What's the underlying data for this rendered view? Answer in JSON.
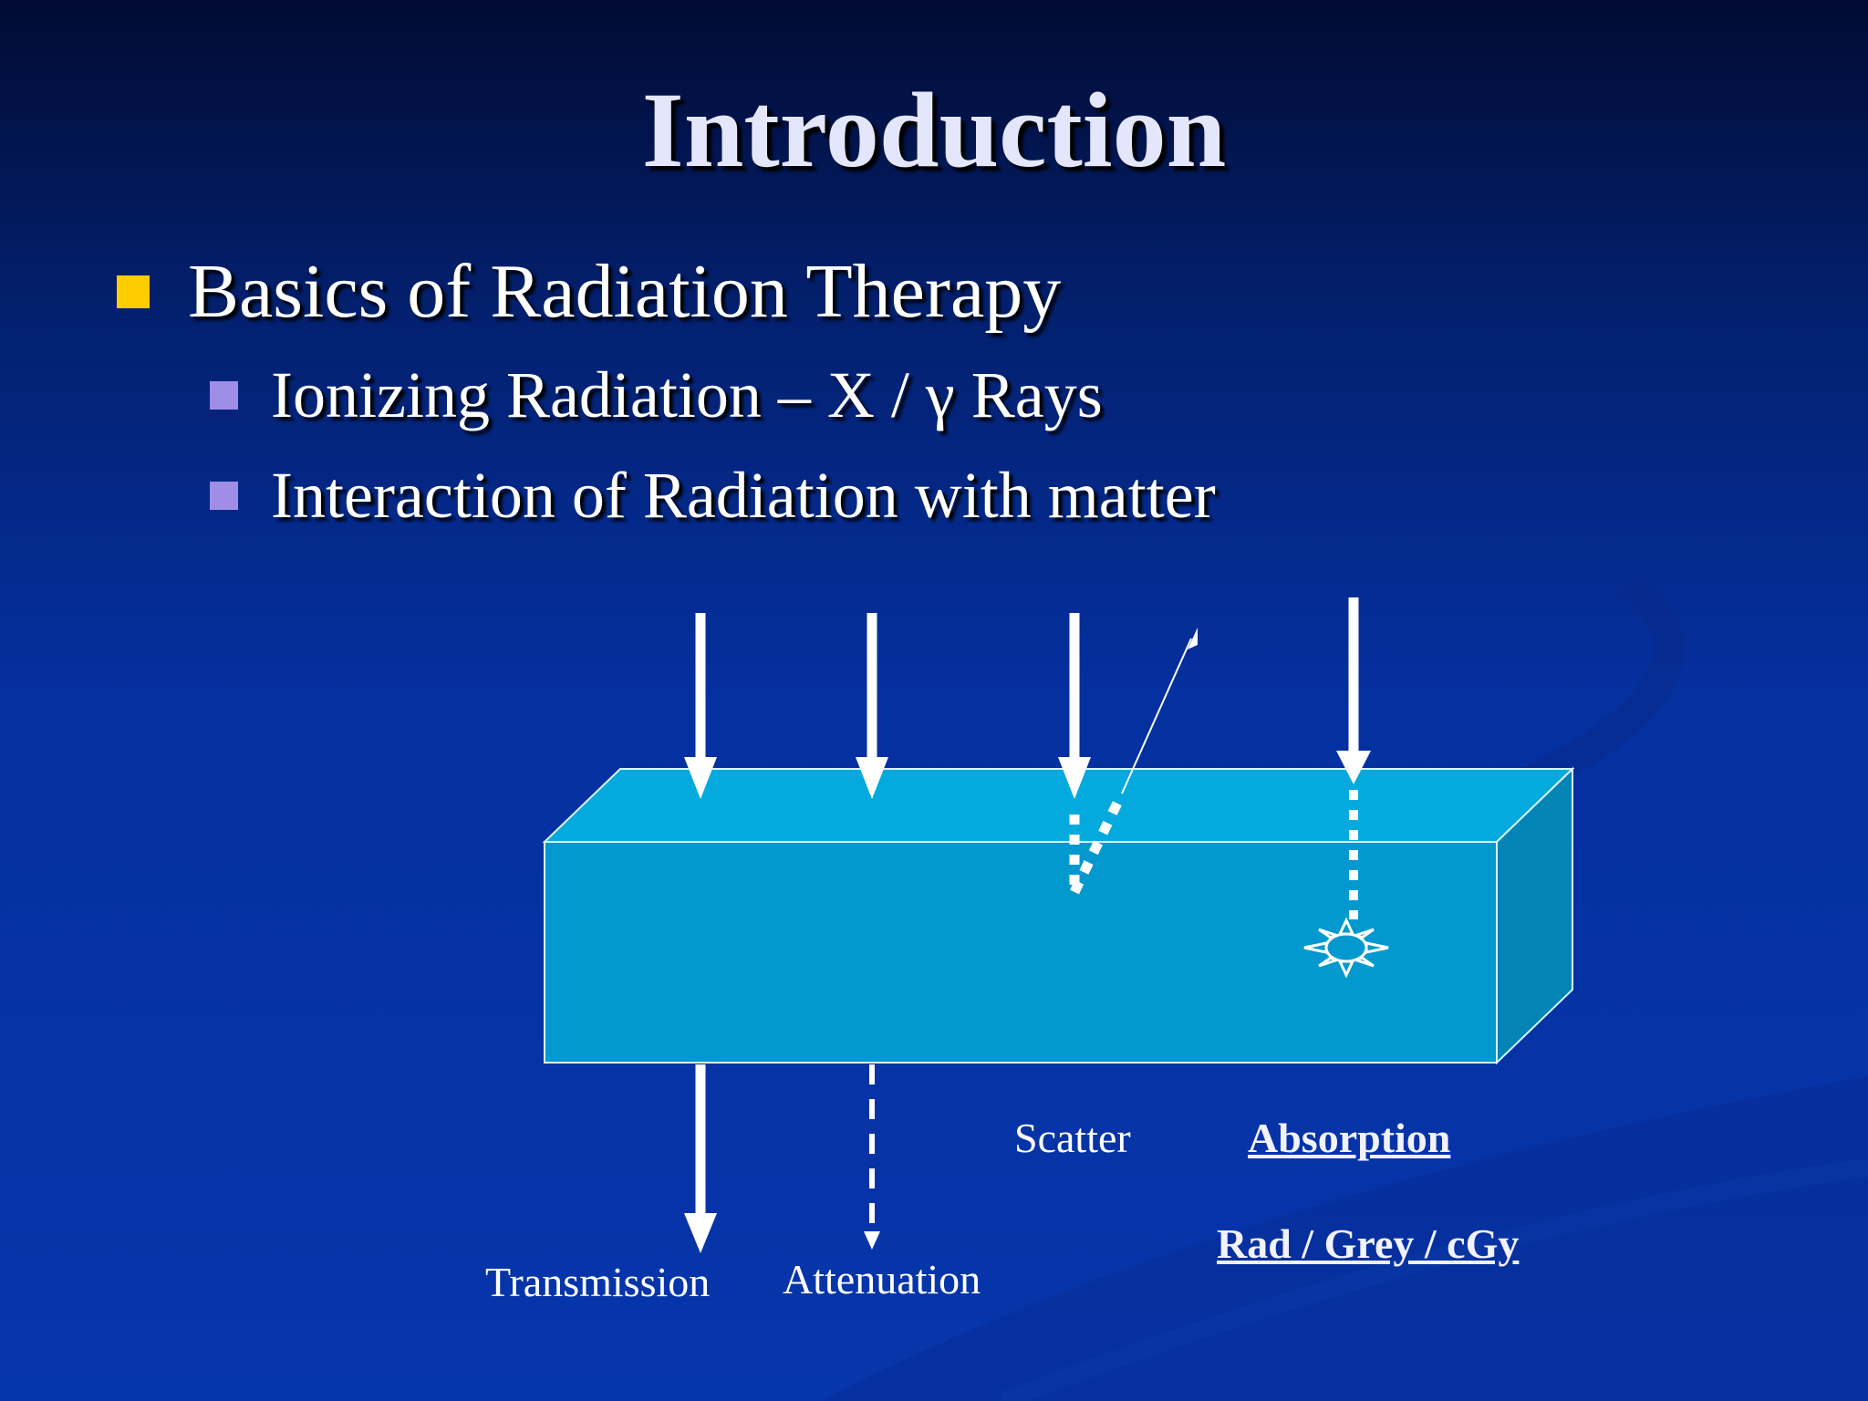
{
  "slide": {
    "title": "Introduction",
    "bullets": [
      {
        "text": "Basics of Radiation Therapy",
        "children": [
          "Ionizing Radiation – X / γ Rays",
          "Interaction of Radiation with matter"
        ]
      }
    ]
  },
  "diagram": {
    "labels": {
      "transmission": "Transmission",
      "attenuation": "Attenuation",
      "scatter": "Scatter",
      "absorption": "Absorption",
      "units": "Rad / Grey / cGy"
    }
  },
  "colors": {
    "background": "#0530a0",
    "title": "#e4e6fb",
    "level1_bullet": "#ffcc00",
    "level2_bullet": "#a08ee6",
    "block_front": "#0399cf",
    "block_top": "#04aadd",
    "block_side": "#0285b5"
  }
}
